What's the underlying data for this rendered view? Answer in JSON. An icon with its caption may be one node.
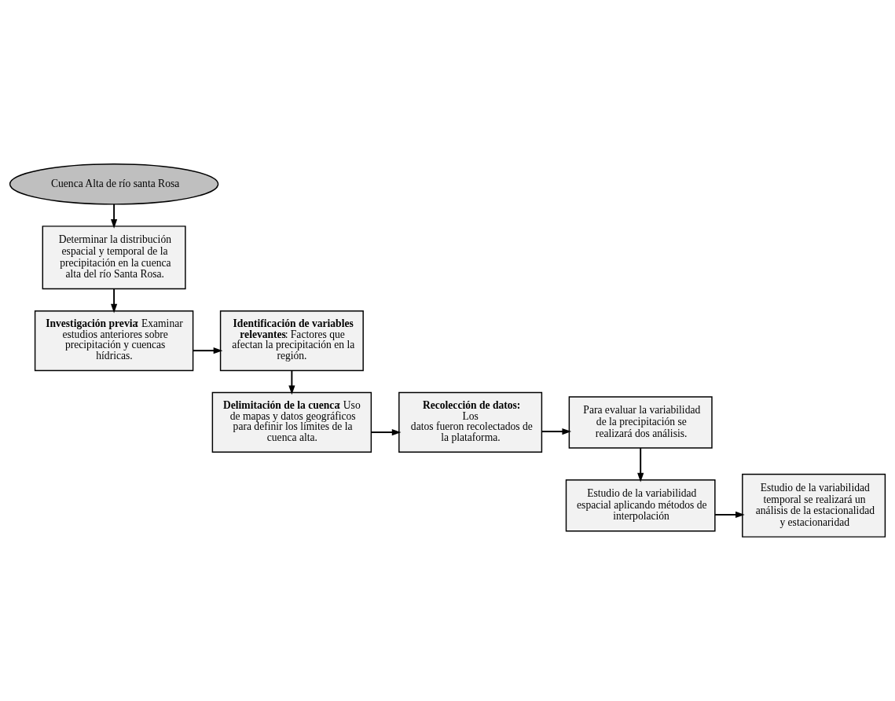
{
  "diagram": {
    "nodes": [
      {
        "text": [
          "Cuenca Alta de río santa Rosa"
        ]
      },
      {
        "text": [
          "Determinar la distribución espacial y temporal de la precipitación en la cuenca alta del río Santa Rosa."
        ]
      },
      {
        "text": [
          "**Investigación previa**: Examinar estudios anteriores sobre precipitación y cuencas hídricas."
        ]
      },
      {
        "text": [
          "**Identificación de variables relevantes**: Factores que afectan la precipitación en la región."
        ]
      },
      {
        "text": [
          "**Delimitación de la cuenca**: Uso de mapas y datos geográficos para definir los límites de la cuenca alta."
        ]
      },
      {
        "text": [
          "**Recolección de datos:** Los datos fueron recolectados de la plataforma."
        ]
      },
      {
        "text": [
          "Para evaluar la variabilidad de la precipitación se realizará dos análisis."
        ]
      },
      {
        "text": [
          "Estudio de la variabilidad espacial aplicando métodos de interpolación"
        ]
      },
      {
        "text": [
          "Estudio de la variabilidad temporal se realizará un análisis de la estacionalidad y estacionaridad"
        ]
      }
    ],
    "edges": [
      {
        "from": 0,
        "to": 1,
        "arrow": "to"
      },
      {
        "from": 1,
        "to": 2,
        "arrow": "to"
      },
      {
        "from": 2,
        "to": 3,
        "arrow": "to"
      },
      {
        "from": 3,
        "to": 4,
        "arrow": "to"
      },
      {
        "from": 4,
        "to": 5,
        "arrow": "to"
      },
      {
        "from": 5,
        "to": 6,
        "arrow": "to"
      },
      {
        "from": 6,
        "to": 7,
        "arrow": "to"
      },
      {
        "from": 7,
        "to": 8,
        "arrow": "to"
      }
    ]
  }
}
